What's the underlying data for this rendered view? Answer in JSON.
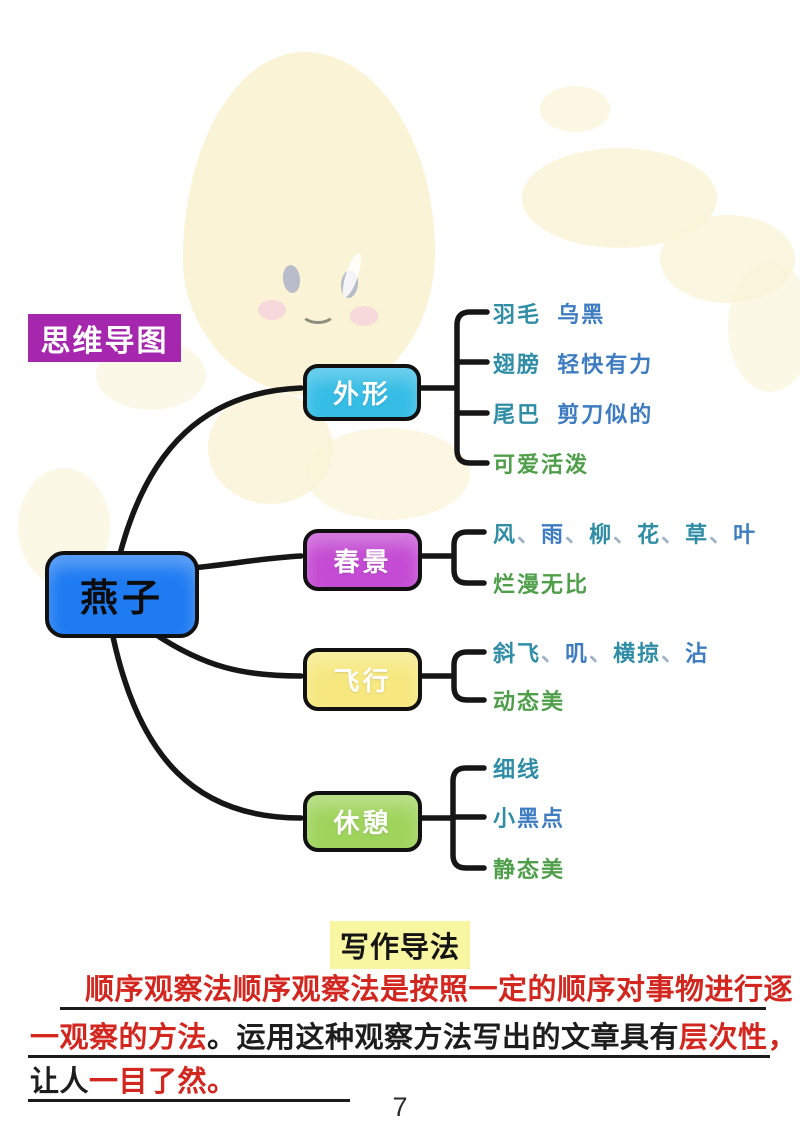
{
  "colors": {
    "teal": "#2f8da6",
    "blue": "#3e7cc2",
    "green": "#4f9f4a",
    "gray": "#9fb3c4",
    "red": "#d3261f",
    "black": "#1d1d1d",
    "rootBlue": "#1e7bf2",
    "cyan": "#35bde6",
    "magenta": "#c44bd3",
    "yellow": "#f6e87f",
    "lightGreen": "#9fd45c",
    "badgePurple": "#a527ae",
    "highlightYellow": "#f9f6a2",
    "line": "#161616"
  },
  "badge": {
    "label": "思维导图"
  },
  "root": {
    "label": "燕子"
  },
  "branches": [
    {
      "label": "外形",
      "leaves": [
        {
          "segments": [
            {
              "t": "羽毛",
              "c": "teal"
            },
            {
              "t": "  ",
              "c": "teal"
            },
            {
              "t": "乌黑",
              "c": "blue"
            }
          ]
        },
        {
          "segments": [
            {
              "t": "翅膀",
              "c": "teal"
            },
            {
              "t": "  ",
              "c": "teal"
            },
            {
              "t": "轻快有力",
              "c": "blue"
            }
          ]
        },
        {
          "segments": [
            {
              "t": "尾巴",
              "c": "teal"
            },
            {
              "t": "  ",
              "c": "teal"
            },
            {
              "t": "剪刀似的",
              "c": "blue"
            }
          ]
        },
        {
          "segments": [
            {
              "t": "可爱活泼",
              "c": "green"
            }
          ]
        }
      ]
    },
    {
      "label": "春景",
      "leaves": [
        {
          "segments": [
            {
              "t": "风",
              "c": "teal"
            },
            {
              "t": "、",
              "c": "gray"
            },
            {
              "t": "雨",
              "c": "blue"
            },
            {
              "t": "、",
              "c": "gray"
            },
            {
              "t": "柳",
              "c": "teal"
            },
            {
              "t": "、",
              "c": "gray"
            },
            {
              "t": "花",
              "c": "teal"
            },
            {
              "t": "、",
              "c": "gray"
            },
            {
              "t": "草",
              "c": "teal"
            },
            {
              "t": "、",
              "c": "gray"
            },
            {
              "t": "叶",
              "c": "blue"
            }
          ]
        },
        {
          "segments": [
            {
              "t": "烂漫无比",
              "c": "green"
            }
          ]
        }
      ]
    },
    {
      "label": "飞行",
      "leaves": [
        {
          "segments": [
            {
              "t": "斜飞",
              "c": "teal"
            },
            {
              "t": "、",
              "c": "gray"
            },
            {
              "t": "叽",
              "c": "blue"
            },
            {
              "t": "、",
              "c": "gray"
            },
            {
              "t": "横掠",
              "c": "teal"
            },
            {
              "t": "、",
              "c": "gray"
            },
            {
              "t": "沾",
              "c": "blue"
            }
          ]
        },
        {
          "segments": [
            {
              "t": "动态美",
              "c": "green"
            }
          ]
        }
      ]
    },
    {
      "label": "休憩",
      "leaves": [
        {
          "segments": [
            {
              "t": "细线",
              "c": "teal"
            }
          ]
        },
        {
          "segments": [
            {
              "t": "小",
              "c": "teal"
            },
            {
              "t": "黑点",
              "c": "blue"
            }
          ]
        },
        {
          "segments": [
            {
              "t": "静态美",
              "c": "green"
            }
          ]
        }
      ]
    }
  ],
  "footer": {
    "heading": "写作导法",
    "lines": [
      {
        "segments": [
          {
            "t": "顺序观察法顺序观察法是按照一定的顺序对事物进行逐",
            "c": "red"
          }
        ]
      },
      {
        "segments": [
          {
            "t": "一观察的方法",
            "c": "red"
          },
          {
            "t": "。",
            "c": "black"
          },
          {
            "t": "运用这种观察方法写出的文章具有",
            "c": "black"
          },
          {
            "t": "层次性",
            "c": "red"
          },
          {
            "t": "，",
            "c": "red"
          }
        ]
      },
      {
        "segments": [
          {
            "t": "让人",
            "c": "black"
          },
          {
            "t": "一目了然",
            "c": "red"
          },
          {
            "t": "。",
            "c": "red"
          }
        ]
      }
    ]
  },
  "page": {
    "number": "7"
  }
}
